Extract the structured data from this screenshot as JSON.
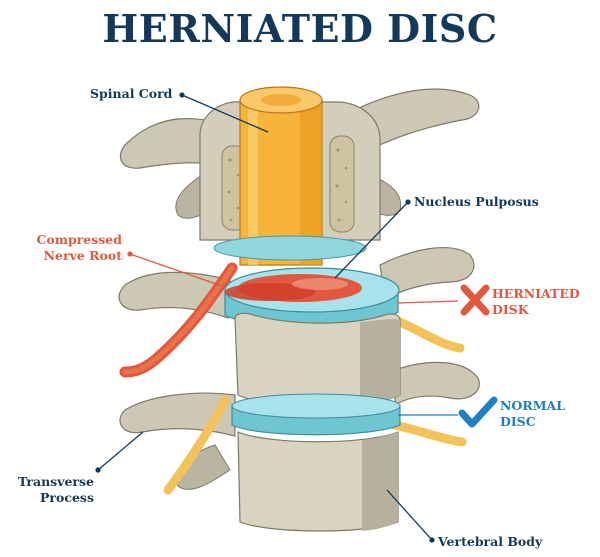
{
  "title": "HERNIATED DISC",
  "colors": {
    "navy": "#13385a",
    "red": "#e0583f",
    "blue_check": "#1f7fc0",
    "bone": "#ccc8b3",
    "bone_shadow": "#a39f8a",
    "disc_blue": "#8fd6df",
    "cord": "#f7b43a",
    "nerve": "#f4c25a"
  },
  "labels": {
    "spinal_cord": "Spinal Cord",
    "nucleus_pulposus": "Nucleus Pulposus",
    "compressed_nerve_root": [
      "Compressed",
      "Nerve Root"
    ],
    "herniated_disk": [
      "HERNIATED",
      "DISK"
    ],
    "normal_disc": [
      "NORMAL",
      "DISC"
    ],
    "transverse_process": [
      "Transverse",
      "Process"
    ],
    "vertebral_body": "Vertebral Body"
  },
  "icons": {
    "herniated": "x-mark-icon",
    "normal": "check-mark-icon"
  }
}
